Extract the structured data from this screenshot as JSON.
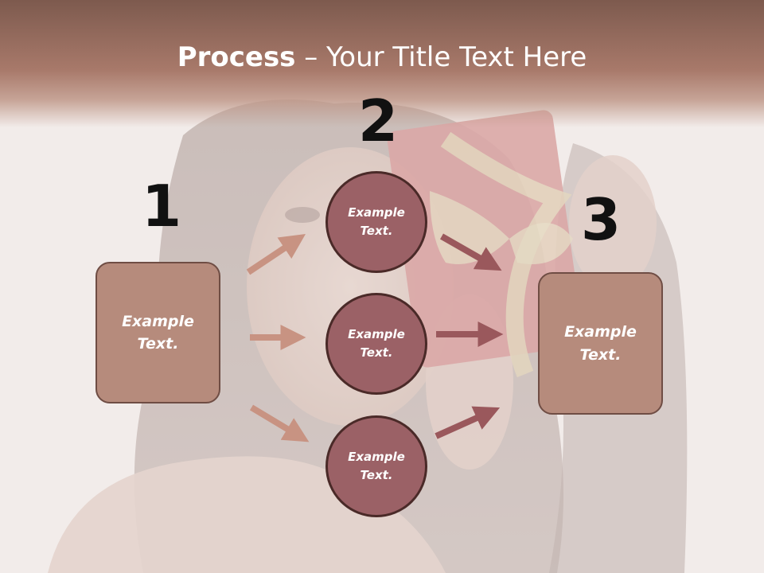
{
  "title": {
    "bold": "Process",
    "rest": " – Your Title Text Here"
  },
  "steps": {
    "n1": "1",
    "n2": "2",
    "n3": "3"
  },
  "left_box": {
    "label": "Example Text."
  },
  "circles": [
    {
      "label": "Example Text."
    },
    {
      "label": "Example Text."
    },
    {
      "label": "Example Text."
    }
  ],
  "right_box": {
    "label": "Example Text."
  },
  "colors": {
    "title_band": "#a8796a",
    "box_fill": "#b68b7c",
    "circle_fill": "#9b6166",
    "left_arrows": "#c89382",
    "right_arrows": "#9a585c"
  }
}
